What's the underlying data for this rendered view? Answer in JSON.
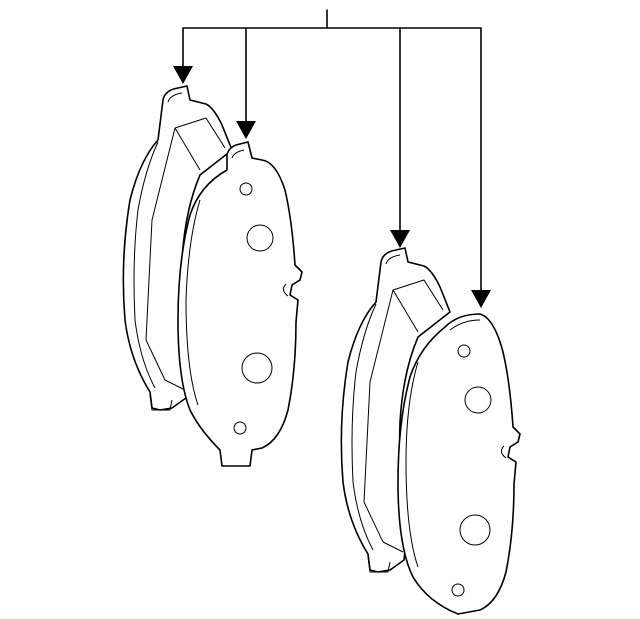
{
  "diagram": {
    "colors": {
      "line": "#000000",
      "background": "#ffffff"
    },
    "callout_arrows": 4,
    "parts": [
      {
        "id": "pad-set-1-inner"
      },
      {
        "id": "pad-set-1-outer"
      },
      {
        "id": "pad-set-2-inner"
      },
      {
        "id": "pad-set-2-outer"
      }
    ]
  }
}
